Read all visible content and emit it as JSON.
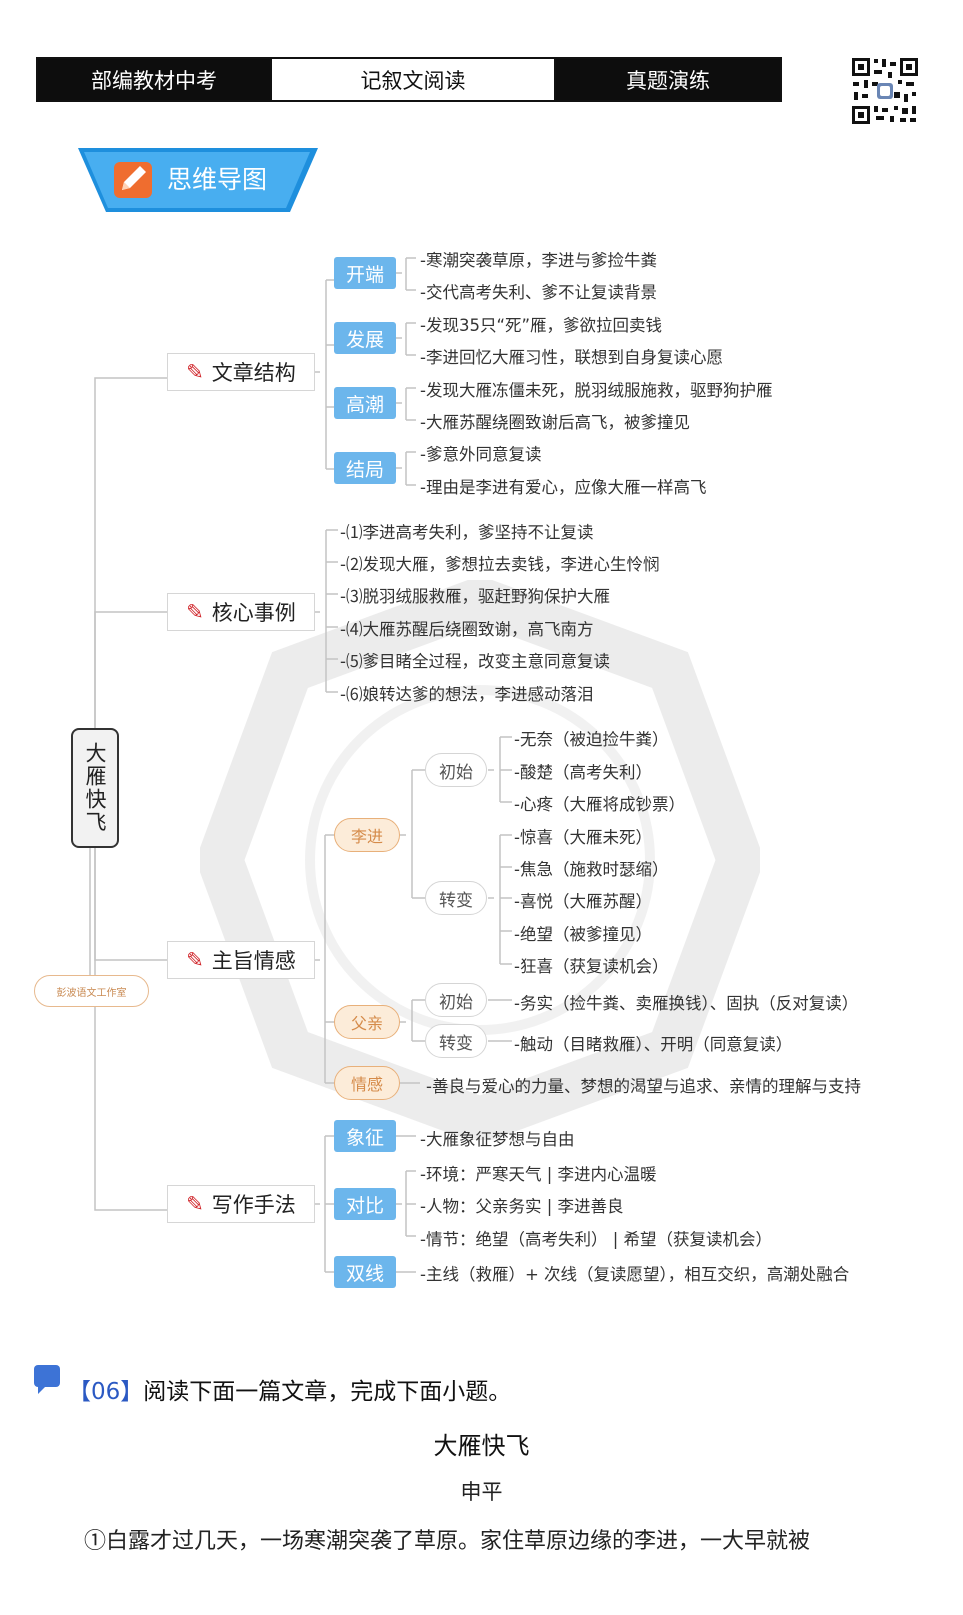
{
  "header": {
    "left": "部编教材中考",
    "center": "记叙文阅读",
    "right": "真题演练"
  },
  "banner": {
    "title": "思维导图"
  },
  "mindmap": {
    "root": "大雁快飞",
    "studio_badge": "彭波语文工作室",
    "branches": [
      {
        "label": "文章结构",
        "children": [
          {
            "label": "开端",
            "items": [
              "-寒潮突袭草原，李进与爹捡牛粪",
              "-交代高考失利、爹不让复读背景"
            ]
          },
          {
            "label": "发展",
            "items": [
              "-发现35只“死”雁，爹欲拉回卖钱",
              "-李进回忆大雁习性，联想到自身复读心愿"
            ]
          },
          {
            "label": "高潮",
            "items": [
              "-发现大雁冻僵未死，脱羽绒服施救，驱野狗护雁",
              "-大雁苏醒绕圈致谢后高飞，被爹撞见"
            ]
          },
          {
            "label": "结局",
            "items": [
              "-爹意外同意复读",
              "-理由是李进有爱心，应像大雁一样高飞"
            ]
          }
        ]
      },
      {
        "label": "核心事例",
        "items": [
          "-⑴李进高考失利，爹坚持不让复读",
          "-⑵发现大雁，爹想拉去卖钱，李进心生怜悯",
          "-⑶脱羽绒服救雁，驱赶野狗保护大雁",
          "-⑷大雁苏醒后绕圈致谢，高飞南方",
          "-⑸爹目睹全过程，改变主意同意复读",
          "-⑹娘转达爹的想法，李进感动落泪"
        ]
      },
      {
        "label": "主旨情感",
        "children": [
          {
            "label": "李进",
            "stages": [
              {
                "label": "初始",
                "items": [
                  "-无奈（被迫捡牛粪）",
                  "-酸楚（高考失利）",
                  "-心疼（大雁将成钞票）"
                ]
              },
              {
                "label": "转变",
                "items": [
                  "-惊喜（大雁未死）",
                  "-焦急（施救时瑟缩）",
                  "-喜悦（大雁苏醒）",
                  "-绝望（被爹撞见）",
                  "-狂喜（获复读机会）"
                ]
              }
            ]
          },
          {
            "label": "父亲",
            "stages": [
              {
                "label": "初始",
                "items": [
                  "-务实（捡牛粪、卖雁换钱）、固执（反对复读）"
                ]
              },
              {
                "label": "转变",
                "items": [
                  "-触动（目睹救雁）、开明（同意复读）"
                ]
              }
            ]
          },
          {
            "label": "情感",
            "items": [
              "-善良与爱心的力量、梦想的渴望与追求、亲情的理解与支持"
            ]
          }
        ]
      },
      {
        "label": "写作手法",
        "children": [
          {
            "label": "象征",
            "items": [
              "-大雁象征梦想与自由"
            ]
          },
          {
            "label": "对比",
            "items": [
              "-环境：严寒天气 | 李进内心温暖",
              "-人物：父亲务实 | 李进善良",
              "-情节：绝望（高考失利） | 希望（获复读机会）"
            ]
          },
          {
            "label": "双线",
            "items": [
              "-主线（救雁）+ 次线（复读愿望），相互交织，高潮处融合"
            ]
          }
        ]
      }
    ]
  },
  "question": {
    "number": "【06】",
    "text": "阅读下面一篇文章，完成下面小题。"
  },
  "article": {
    "title": "大雁快飞",
    "author": "申平",
    "para1": "①白露才过几天，一场寒潮突袭了草原。家住草原边缘的李进，一大早就被"
  },
  "colors": {
    "accent_blue": "#6cb6ec",
    "accent_orange": "#e8b07a",
    "header_black": "#0d0d0d",
    "pencil_red": "#d0262b"
  }
}
